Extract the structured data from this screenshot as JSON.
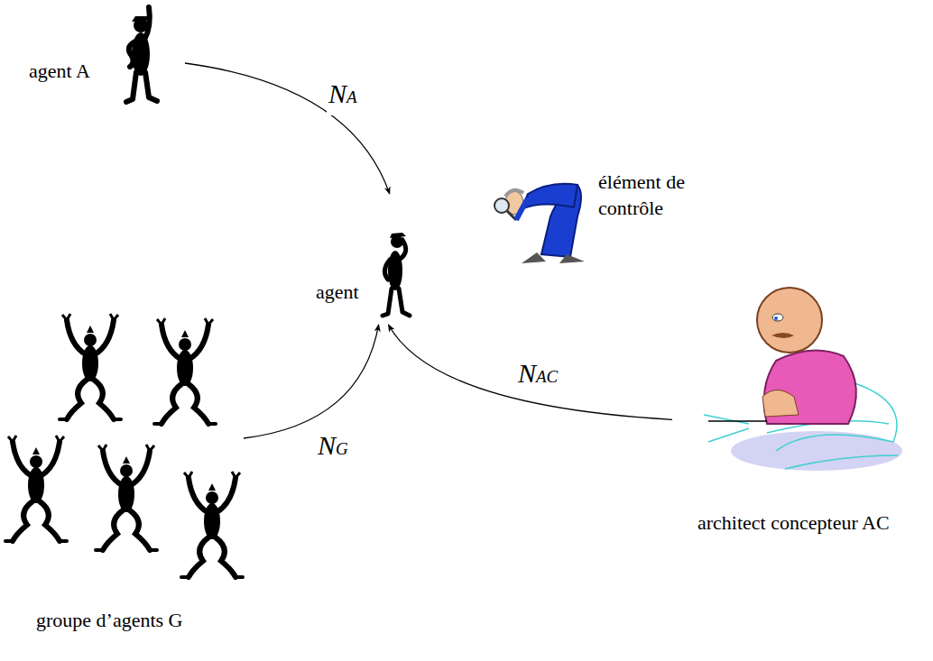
{
  "diagram": {
    "nodes": [
      {
        "text": [
          "agent A"
        ]
      },
      {
        "text": [
          "agent"
        ]
      },
      {
        "text": [
          "élément de contrôle"
        ]
      },
      {
        "text": [
          "groupe d’agents G"
        ]
      },
      {
        "text": [
          "architect concepteur AC"
        ]
      }
    ],
    "edges": [
      {
        "from": 0,
        "to": 1,
        "arrow": "to",
        "label": "NA"
      },
      {
        "from": 3,
        "to": 1,
        "arrow": "to",
        "label": "NG"
      },
      {
        "from": 4,
        "to": 1,
        "arrow": "to",
        "label": "NAC"
      }
    ]
  }
}
